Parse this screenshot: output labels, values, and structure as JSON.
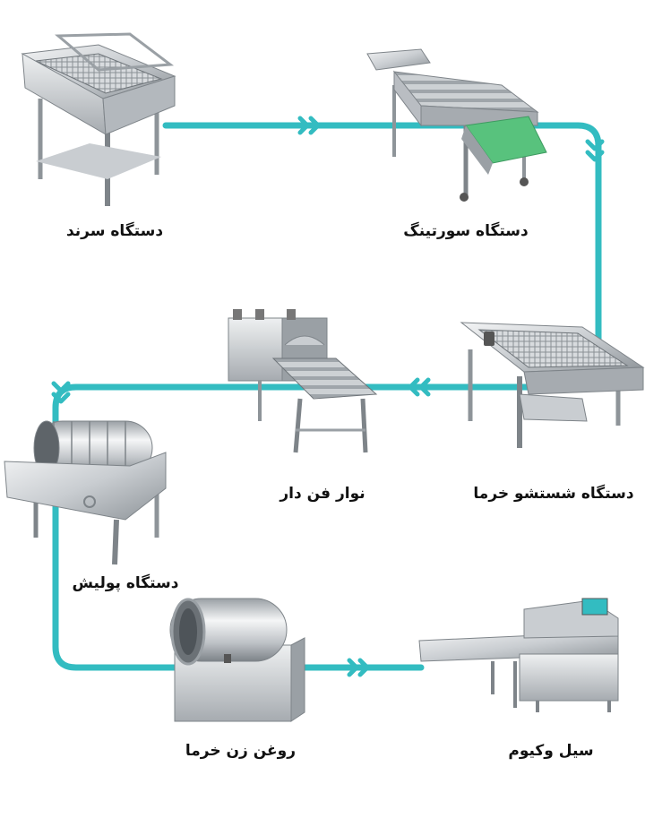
{
  "colors": {
    "flow_line": "#33BCC1",
    "arrow": "#33BCC1",
    "steel_light": "#E6E8EA",
    "steel_mid": "#B9BDC2",
    "steel_dark": "#7E8489",
    "belt_green": "#58C27D",
    "text": "#111111"
  },
  "flow": {
    "arrow_icon": "double-chevron-icon"
  },
  "machines": [
    {
      "id": "sifter",
      "label": "دستگاه سرند",
      "icon": "sifter-machine-icon"
    },
    {
      "id": "sorting",
      "label": "دستگاه سورتینگ",
      "icon": "sorting-machine-icon"
    },
    {
      "id": "washer",
      "label": "دستگاه شستشو خرما",
      "icon": "washing-machine-icon"
    },
    {
      "id": "fan_belt",
      "label": "نوار فن دار",
      "icon": "fan-conveyor-icon"
    },
    {
      "id": "polisher",
      "label": "دستگاه پولیش",
      "icon": "polishing-drum-icon"
    },
    {
      "id": "oiler",
      "label": "روغن زن خرما",
      "icon": "oiling-drum-icon"
    },
    {
      "id": "vacuum",
      "label": "سیل وکیوم",
      "icon": "vacuum-sealer-icon"
    }
  ]
}
